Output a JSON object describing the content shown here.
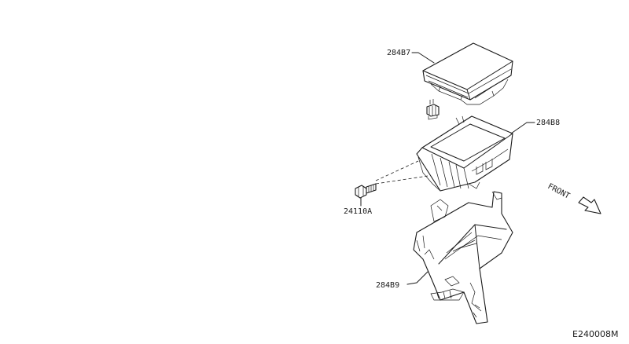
{
  "callouts": {
    "fuse_box_cover": "284B7",
    "fuse_box_upper": "284B8",
    "bolt": "24110A",
    "fuse_box_bracket": "284B9"
  },
  "direction": {
    "label": "FRONT"
  },
  "figure_code": "E240008M"
}
